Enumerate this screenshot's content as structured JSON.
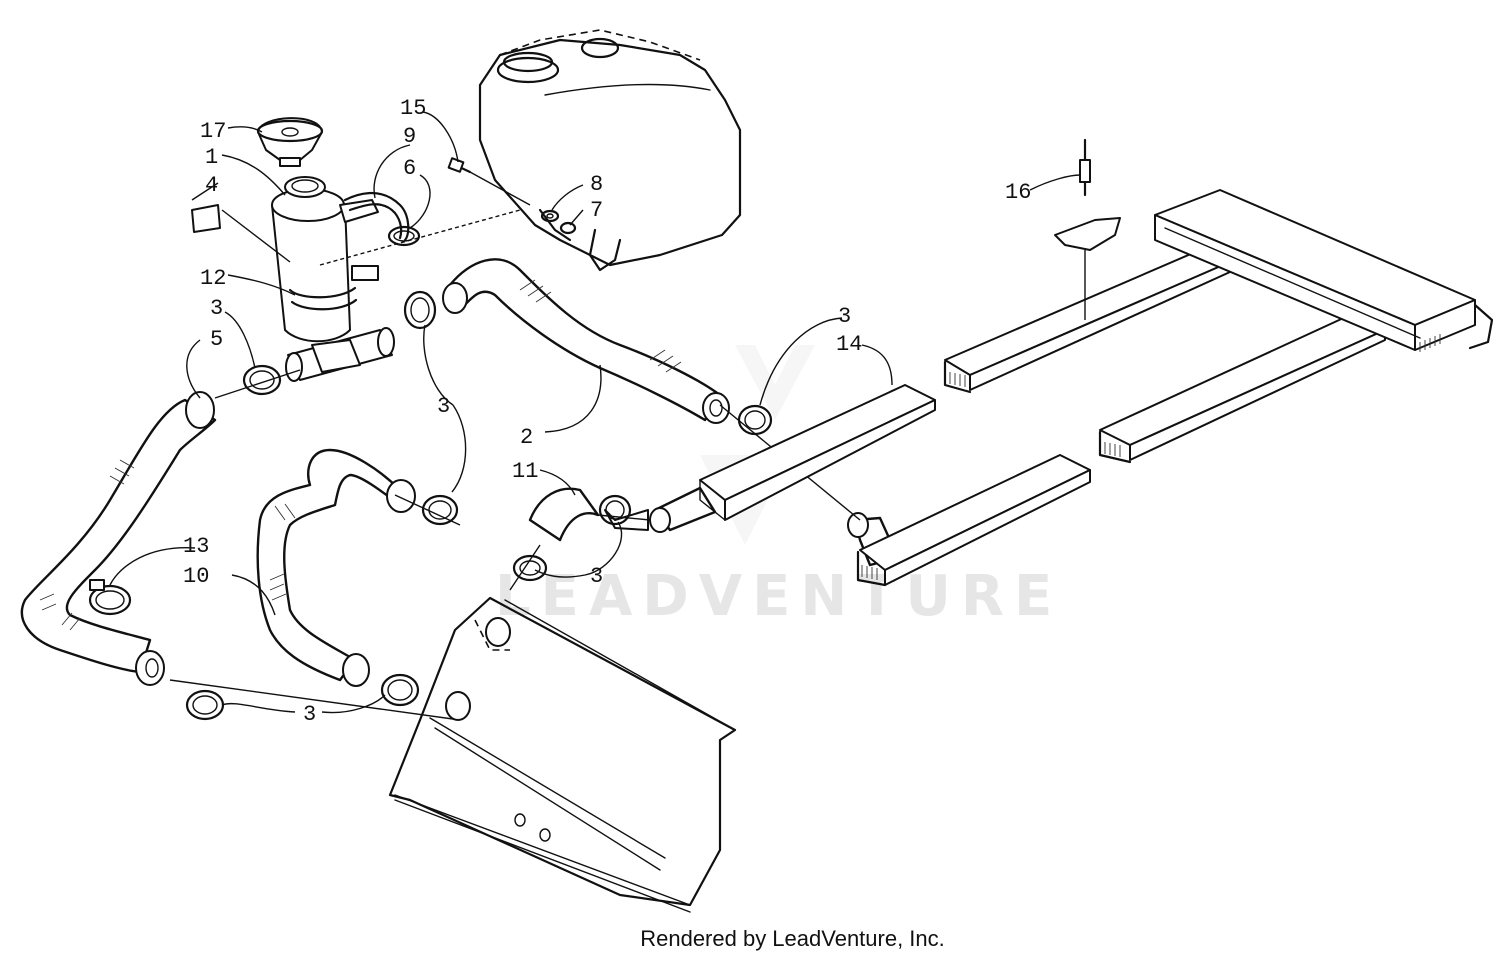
{
  "watermark": "LEADVENTURE",
  "footer": "Rendered by LeadVenture, Inc.",
  "callouts": {
    "c1": "1",
    "c2": "2",
    "c3a": "3",
    "c3b": "3",
    "c3c": "3",
    "c3d": "3",
    "c3e": "3",
    "c4": "4",
    "c5": "5",
    "c6": "6",
    "c7": "7",
    "c8": "8",
    "c9": "9",
    "c10": "10",
    "c11": "11",
    "c12": "12",
    "c13": "13",
    "c14": "14",
    "c15": "15",
    "c16": "16",
    "c17": "17"
  }
}
